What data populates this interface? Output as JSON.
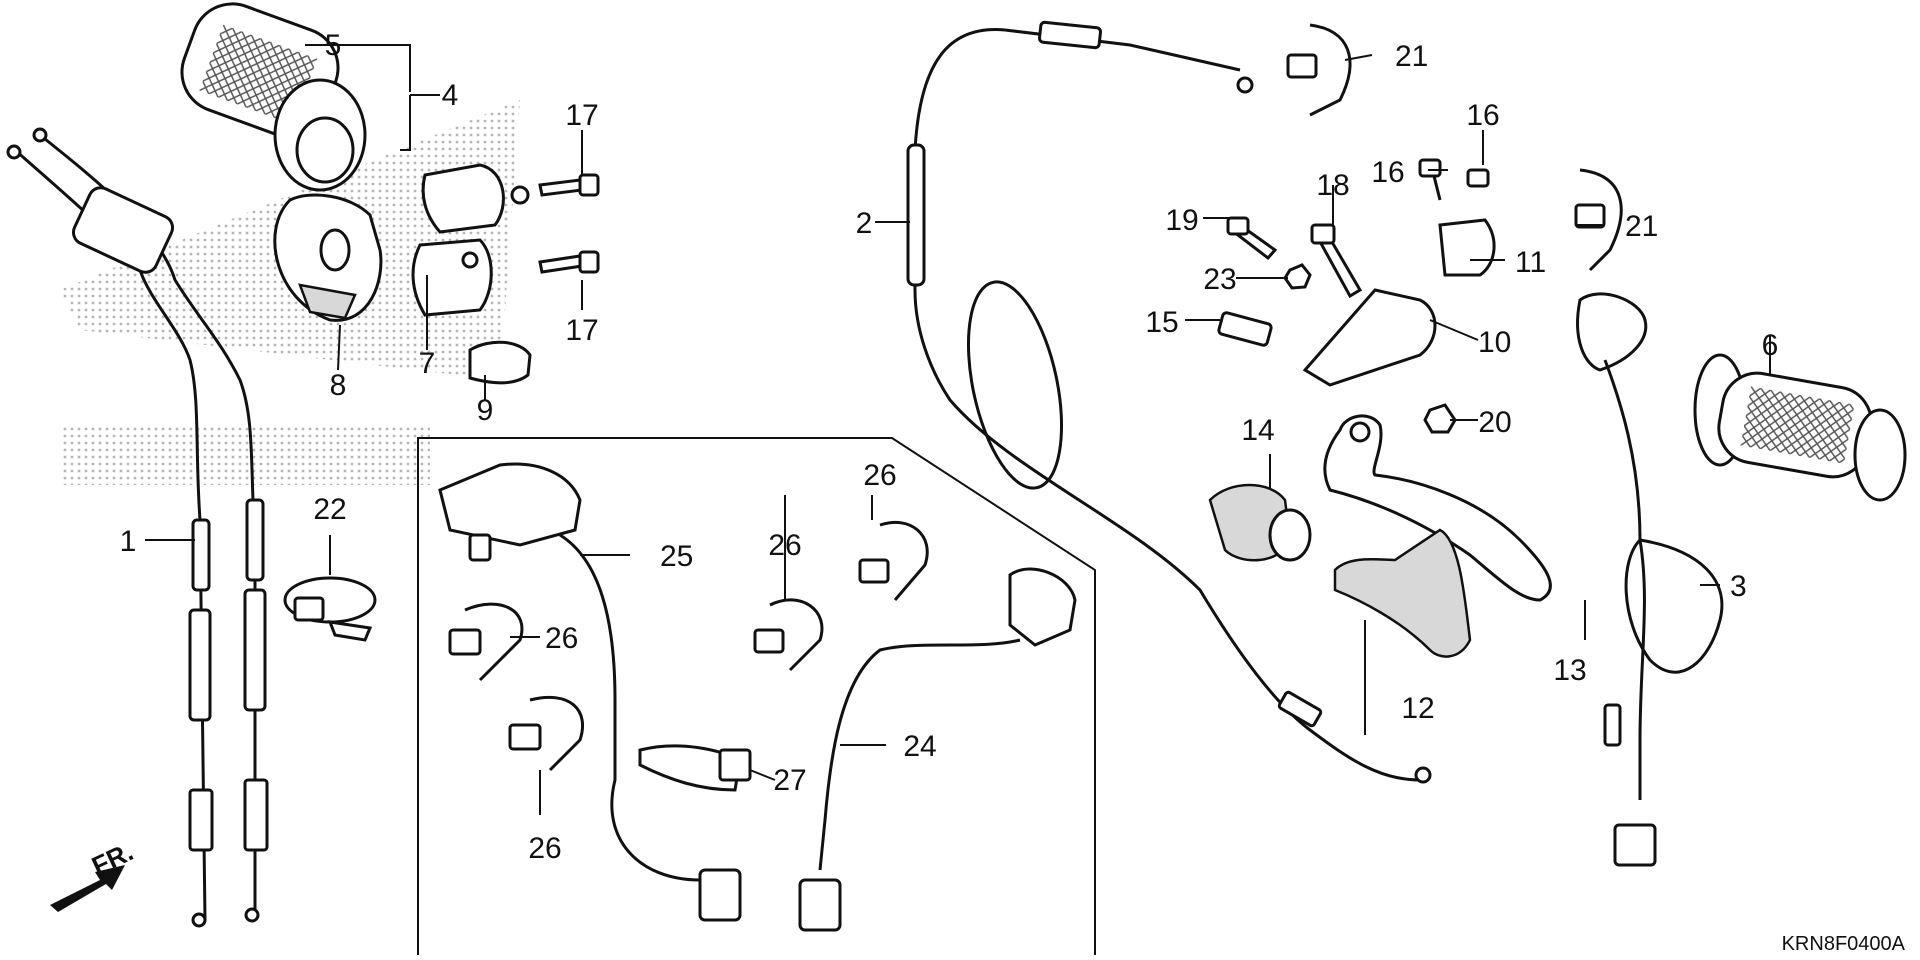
{
  "diagram_code": "KRN8F0400A",
  "direction_label": "FR.",
  "callouts": {
    "c1": "1",
    "c2": "2",
    "c3": "3",
    "c4": "4",
    "c5": "5",
    "c6": "6",
    "c7": "7",
    "c8": "8",
    "c9": "9",
    "c10": "10",
    "c11": "11",
    "c12": "12",
    "c13": "13",
    "c14": "14",
    "c15": "15",
    "c16a": "16",
    "c16b": "16",
    "c17a": "17",
    "c17b": "17",
    "c18": "18",
    "c19": "19",
    "c20": "20",
    "c21a": "21",
    "c21b": "21",
    "c22": "22",
    "c23": "23",
    "c24": "24",
    "c25": "25",
    "c26a": "26",
    "c26b": "26",
    "c26c": "26",
    "c26d": "26",
    "c27": "27"
  },
  "colors": {
    "line": "#111111",
    "background": "#ffffff",
    "watermark": "#bbbbbb"
  }
}
